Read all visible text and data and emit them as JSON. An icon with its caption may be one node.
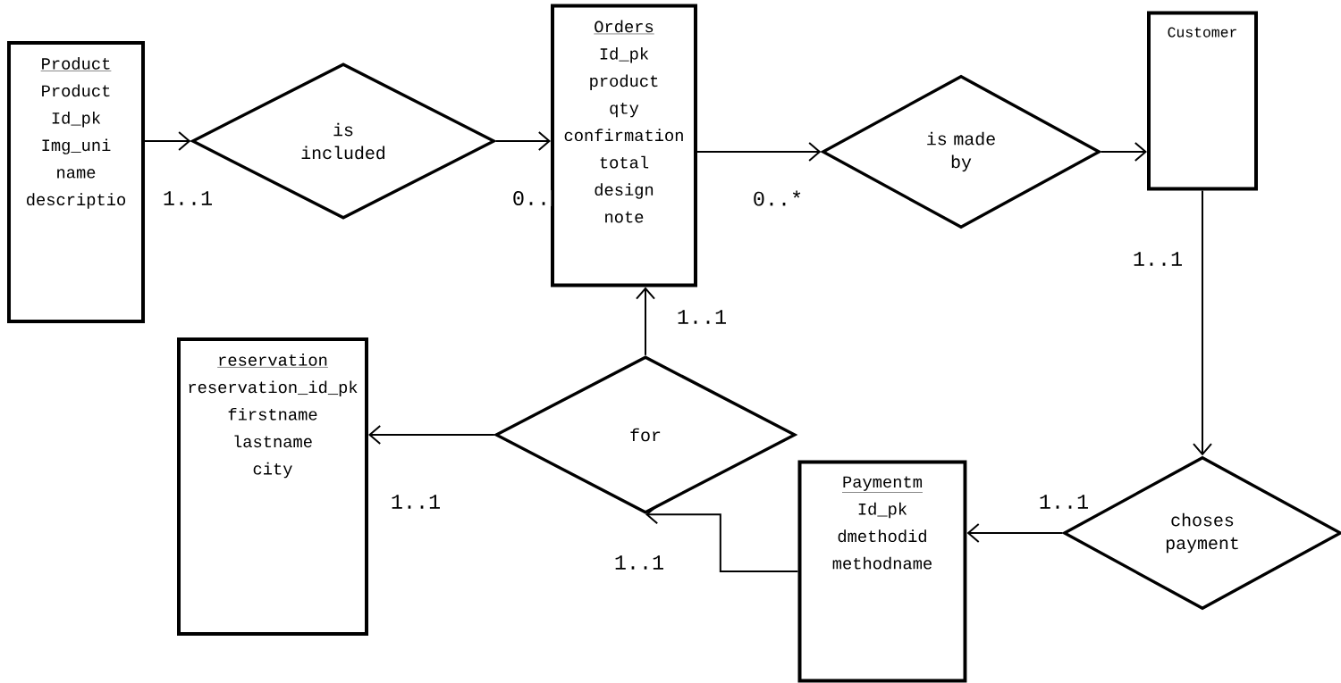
{
  "diagram": {
    "nodes": [
      {
        "text": [
          "Product",
          "Product",
          "Id_pk",
          "Img_uni",
          "name",
          "descriptio"
        ]
      },
      {
        "text": [
          "is included"
        ]
      },
      {
        "text": [
          "Orders",
          "Id_pk",
          "product",
          "qty",
          "confirmation",
          "total",
          "design",
          "note"
        ]
      },
      {
        "text": [
          "is made by"
        ]
      },
      {
        "text": [
          "Customer"
        ]
      },
      {
        "text": [
          "choses payment"
        ]
      },
      {
        "text": [
          "Paymentm",
          "Id_pk",
          "dmethodid",
          "methodname"
        ]
      },
      {
        "text": [
          "for"
        ]
      },
      {
        "text": [
          "reservation",
          "reservation_id_pk",
          "firstname",
          "lastname",
          "city"
        ]
      }
    ],
    "edges": [
      {
        "from": 0,
        "to": 1,
        "arrow": "to",
        "label": "1..1"
      },
      {
        "from": 1,
        "to": 2,
        "arrow": "to",
        "label": "0.."
      },
      {
        "from": 2,
        "to": 3,
        "arrow": "to",
        "label": "0..*"
      },
      {
        "from": 3,
        "to": 4,
        "arrow": "to"
      },
      {
        "from": 4,
        "to": 5,
        "arrow": "to",
        "label": "1..1"
      },
      {
        "from": 5,
        "to": 6,
        "arrow": "to",
        "label": "1..1"
      },
      {
        "from": 6,
        "to": 7,
        "arrow": "to",
        "label": "1..1"
      },
      {
        "from": 7,
        "to": 8,
        "arrow": "to",
        "label": "1..1"
      },
      {
        "from": 7,
        "to": 2,
        "arrow": "to",
        "label": "1..1"
      }
    ]
  }
}
